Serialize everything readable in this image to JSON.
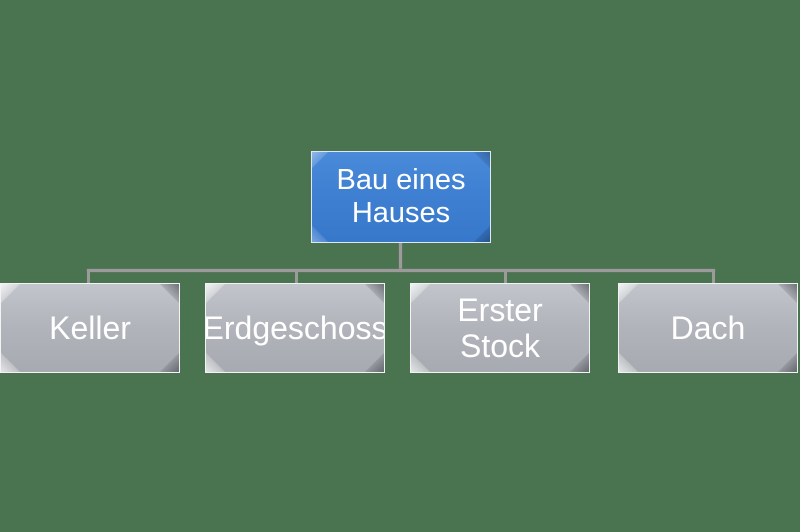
{
  "diagram": {
    "title": "Bau eines Hauses",
    "background_color": "#4a7350",
    "connector_color": "#9b9b9b",
    "root": {
      "label": "Bau eines\nHauses",
      "fill_color": "#3f80d2",
      "text_color": "#ffffff"
    },
    "children": [
      {
        "label": "Keller",
        "fill_color": "#b1b4ba",
        "text_color": "#ffffff"
      },
      {
        "label": "Erdgeschoss",
        "fill_color": "#b1b4ba",
        "text_color": "#ffffff"
      },
      {
        "label": "Erster Stock",
        "fill_color": "#b1b4ba",
        "text_color": "#ffffff"
      },
      {
        "label": "Dach",
        "fill_color": "#b1b4ba",
        "text_color": "#ffffff"
      }
    ]
  }
}
